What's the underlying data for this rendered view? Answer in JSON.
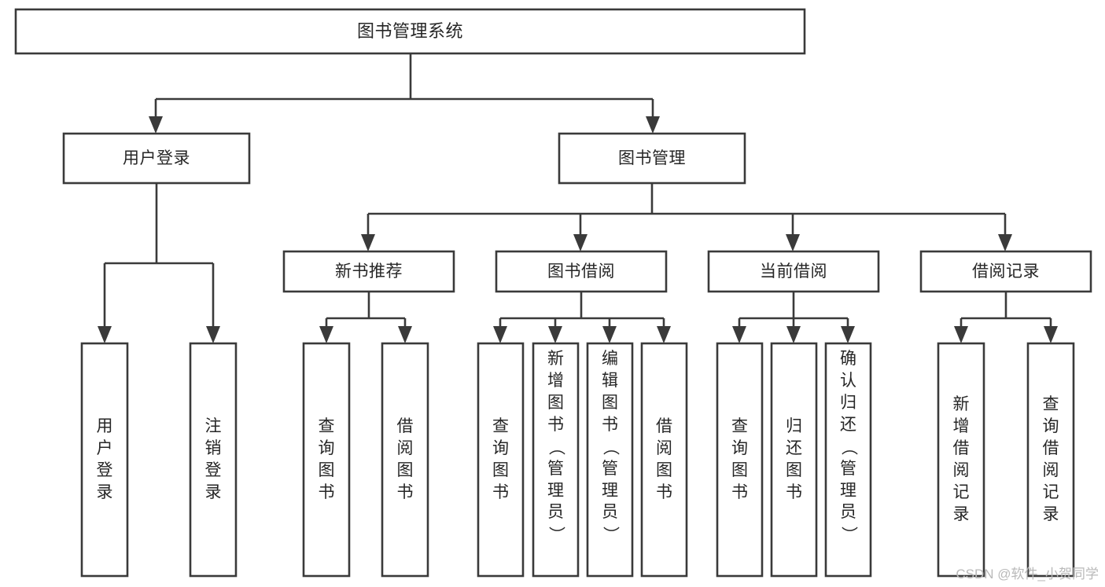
{
  "diagram": {
    "type": "tree",
    "title": "图书管理系统",
    "root": {
      "id": "root",
      "label": "图书管理系统",
      "orientation": "horizontal"
    },
    "level2": [
      {
        "id": "user-login",
        "label": "用户登录",
        "orientation": "horizontal"
      },
      {
        "id": "book-manage",
        "label": "图书管理",
        "orientation": "horizontal"
      }
    ],
    "level3": [
      {
        "id": "new-book-recommend",
        "label": "新书推荐",
        "orientation": "horizontal",
        "parent": "book-manage"
      },
      {
        "id": "book-borrow",
        "label": "图书借阅",
        "orientation": "horizontal",
        "parent": "book-manage"
      },
      {
        "id": "current-borrow",
        "label": "当前借阅",
        "orientation": "horizontal",
        "parent": "book-manage"
      },
      {
        "id": "borrow-record",
        "label": "借阅记录",
        "orientation": "horizontal",
        "parent": "book-manage"
      }
    ],
    "leaves": [
      {
        "id": "leaf-user-login",
        "label": "用户登录",
        "parent": "user-login",
        "align": "center"
      },
      {
        "id": "leaf-logout",
        "label": "注销登录",
        "parent": "user-login",
        "align": "center"
      },
      {
        "id": "leaf-query-book-1",
        "label": "查询图书",
        "parent": "new-book-recommend",
        "align": "center"
      },
      {
        "id": "leaf-borrow-book-1",
        "label": "借阅图书",
        "parent": "new-book-recommend",
        "align": "center"
      },
      {
        "id": "leaf-query-book-2",
        "label": "查询图书",
        "parent": "book-borrow",
        "align": "center"
      },
      {
        "id": "leaf-add-book",
        "label": "新增图书（管理员）",
        "parent": "book-borrow",
        "align": "top"
      },
      {
        "id": "leaf-edit-book",
        "label": "编辑图书（管理员）",
        "parent": "book-borrow",
        "align": "top"
      },
      {
        "id": "leaf-borrow-book-2",
        "label": "借阅图书",
        "parent": "book-borrow",
        "align": "center"
      },
      {
        "id": "leaf-query-book-3",
        "label": "查询图书",
        "parent": "current-borrow",
        "align": "center"
      },
      {
        "id": "leaf-return-book",
        "label": "归还图书",
        "parent": "current-borrow",
        "align": "center"
      },
      {
        "id": "leaf-confirm-return",
        "label": "确认归还（管理员）",
        "parent": "current-borrow",
        "align": "top"
      },
      {
        "id": "leaf-add-record",
        "label": "新增借阅记录",
        "parent": "borrow-record",
        "align": "center"
      },
      {
        "id": "leaf-query-record",
        "label": "查询借阅记录",
        "parent": "borrow-record",
        "align": "center"
      }
    ],
    "colors": {
      "box_stroke": "#3a3a3a",
      "box_fill": "#ffffff",
      "text": "#262626",
      "background": "#ffffff",
      "watermark": "#b9b9b9"
    }
  },
  "watermark": {
    "text": "CSDN @软件_小贺同学"
  }
}
